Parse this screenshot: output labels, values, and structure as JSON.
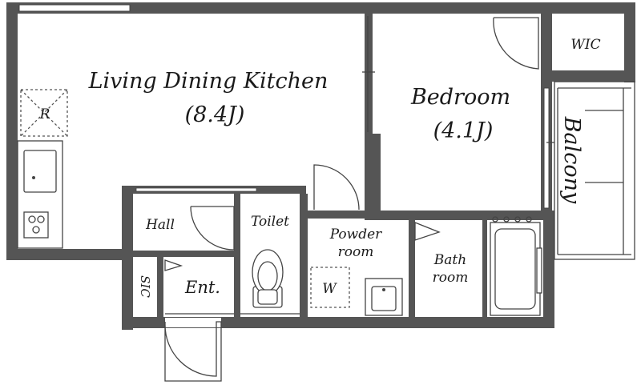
{
  "rooms": {
    "ldk_name": "Living Dining Kitchen",
    "ldk_size": "(8.4J)",
    "bedroom_name": "Bedroom",
    "bedroom_size": "(4.1J)",
    "wic": "WIC",
    "balcony": "Balcony",
    "hall": "Hall",
    "toilet": "Toilet",
    "powder_line1": "Powder",
    "powder_line2": "room",
    "bath_line1": "Bath",
    "bath_line2": "room",
    "entrance": "Ent.",
    "sic": "SIC"
  },
  "fixtures": {
    "fridge_mark": "R",
    "washer_mark": "W"
  },
  "colors": {
    "wall": "#555555",
    "line": "#444444",
    "background": "#ffffff"
  }
}
